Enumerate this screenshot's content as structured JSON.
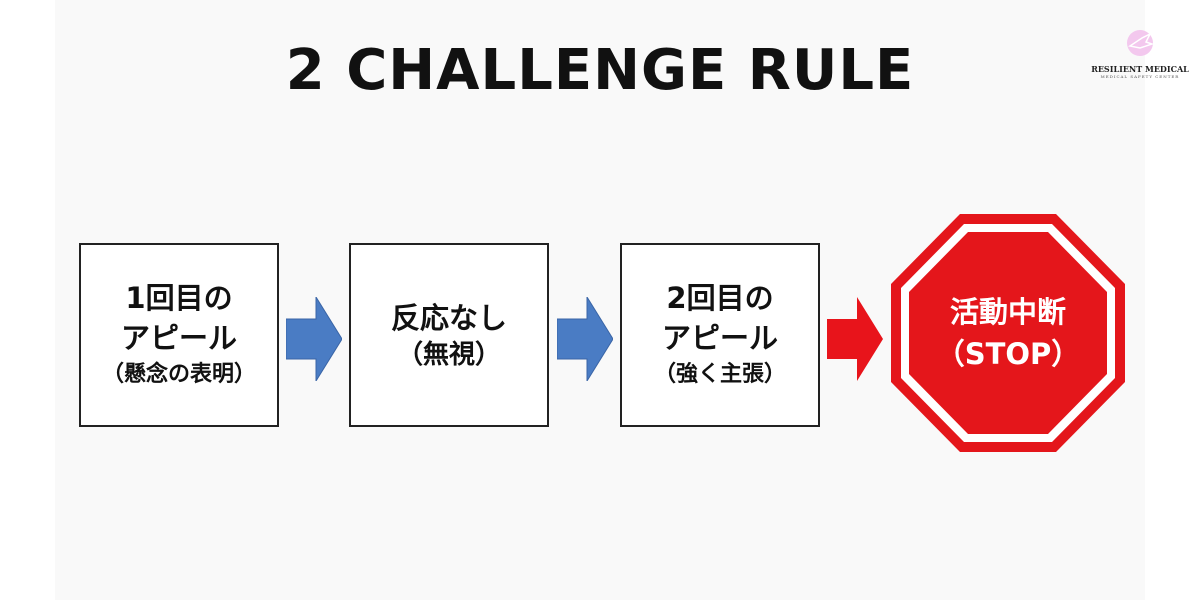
{
  "title": "2 CHALLENGE RULE",
  "steps": [
    {
      "line1": "1回目の",
      "line2": "アピール",
      "note": "（懸念の表明）"
    },
    {
      "line1": "反応なし",
      "note": "（無視）"
    },
    {
      "line1": "2回目の",
      "line2": "アピール",
      "note": "（強く主張）"
    }
  ],
  "stop": {
    "line1": "活動中断",
    "line2": "（STOP）"
  },
  "logo": {
    "name": "RESILIENT MEDICAL",
    "subtitle": "MEDICAL SAFETY CENTER"
  },
  "colors": {
    "arrow_blue": "#4a7cc4",
    "arrow_red": "#e8141b",
    "stop_red": "#e4161b"
  }
}
